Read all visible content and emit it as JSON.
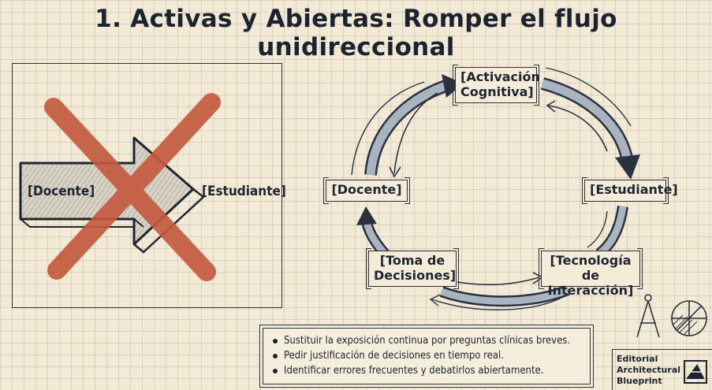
{
  "title": "1. Activas y Abiertas: Romper el flujo unidireccional",
  "left": {
    "from_label": "[Docente]",
    "to_label": "[Estudiante]"
  },
  "cycle": {
    "nodes": [
      {
        "id": "activacion",
        "lines": [
          "[Activación",
          "Cognitiva]"
        ]
      },
      {
        "id": "estudiante",
        "lines": [
          "[Estudiante]"
        ]
      },
      {
        "id": "tecnologia",
        "lines": [
          "[Tecnología de",
          "Interacción]"
        ]
      },
      {
        "id": "toma",
        "lines": [
          "[Toma de",
          "Decisiones]"
        ]
      },
      {
        "id": "docente",
        "lines": [
          "[Docente]"
        ]
      }
    ]
  },
  "notes": [
    "Sustituir la exposición continua por preguntas clínicas breves.",
    "Pedir justificación de decisiones en tiempo real.",
    "Identificar errores frecuentes y debatirlos abiertamente."
  ],
  "brand": {
    "line1": "Editorial",
    "line2": "Architectural",
    "line3": "Blueprint"
  },
  "colors": {
    "ink": "#1e2530",
    "cross": "#c4583e",
    "arrow_fill": "#a9b3bf",
    "paper": "#f3ead6"
  },
  "icons": [
    "compass-icon",
    "protractor-icon",
    "logo-icon"
  ]
}
